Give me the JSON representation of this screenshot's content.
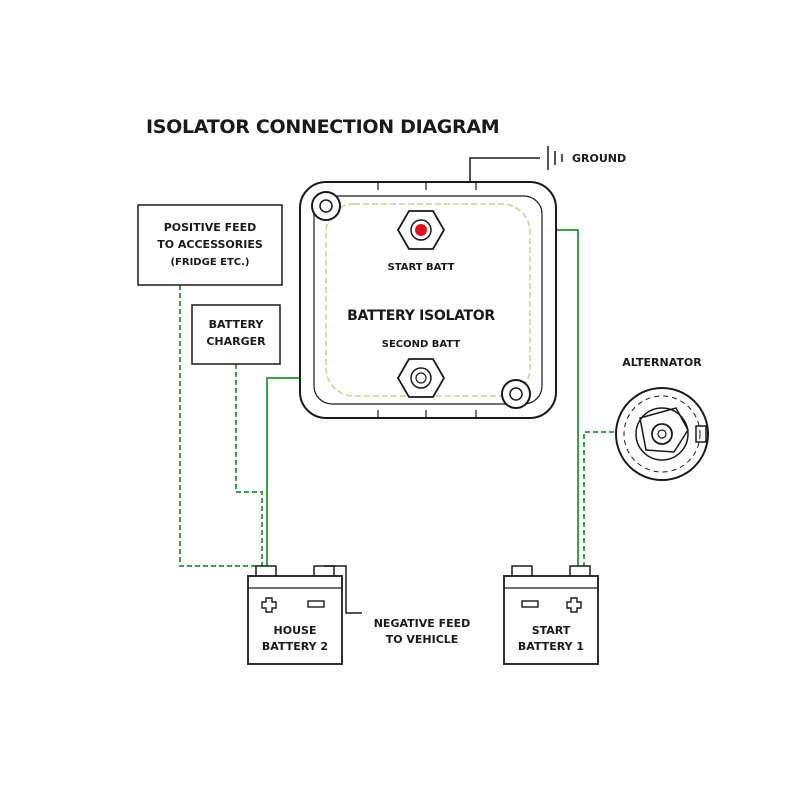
{
  "title": "ISOLATOR CONNECTION DIAGRAM",
  "ground": {
    "label": "GROUND"
  },
  "isolator": {
    "name": "BATTERY ISOLATOR",
    "start_terminal": "START BATT",
    "second_terminal": "SECOND BATT"
  },
  "accessories": {
    "line1": "POSITIVE FEED",
    "line2": "TO ACCESSORIES",
    "line3": "(FRIDGE ETC.)"
  },
  "charger": {
    "line1": "BATTERY",
    "line2": "CHARGER"
  },
  "alternator": {
    "label": "ALTERNATOR"
  },
  "house_battery": {
    "line1": "HOUSE",
    "line2": "BATTERY 2"
  },
  "start_battery": {
    "line1": "START",
    "line2": "BATTERY 1"
  },
  "negative_feed": {
    "line1": "NEGATIVE FEED",
    "line2": "TO VEHICLE"
  },
  "colors": {
    "wire": "#3aa14a",
    "terminal_indicator": "#e0121b",
    "outline": "#1a1a1a"
  },
  "icons": [
    "ground-symbol-icon",
    "plus-icon",
    "minus-icon",
    "alternator-icon",
    "terminal-stud-icon"
  ]
}
